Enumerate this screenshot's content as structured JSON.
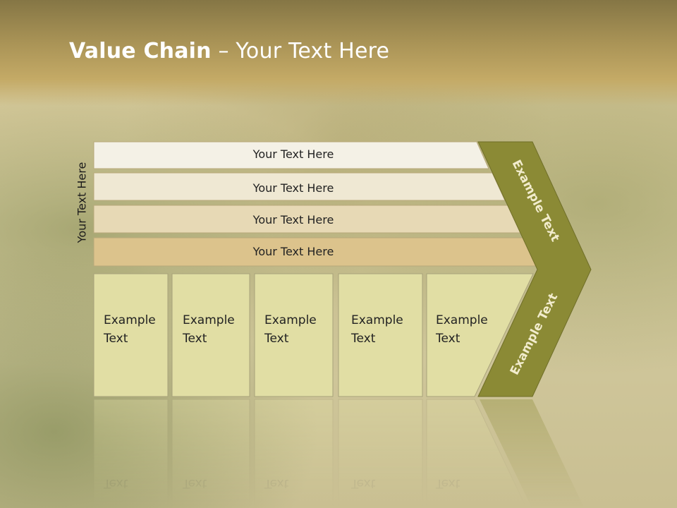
{
  "slide": {
    "title_bold": "Value Chain",
    "title_rest": " – Your Text Here",
    "side_label": "Your Text Here"
  },
  "bars": [
    {
      "text": "Your Text Here",
      "color": "#f4f1e6"
    },
    {
      "text": "Your Text Here",
      "color": "#efe8d3"
    },
    {
      "text": "Your Text Here",
      "color": "#e7d9b5"
    },
    {
      "text": "Your Text Here",
      "color": "#dcc38c"
    }
  ],
  "boxes": [
    {
      "line1": "Example",
      "line2": "Text"
    },
    {
      "line1": "Example",
      "line2": "Text"
    },
    {
      "line1": "Example",
      "line2": "Text"
    },
    {
      "line1": "Example",
      "line2": "Text"
    },
    {
      "line1": "Example",
      "line2": "Text"
    }
  ],
  "arrow": {
    "upper_text": "Example Text",
    "lower_text": "Example Text",
    "color": "#8b8a35"
  },
  "colors": {
    "box_fill": "#e1dea4",
    "box_border": "#a8a27a"
  }
}
